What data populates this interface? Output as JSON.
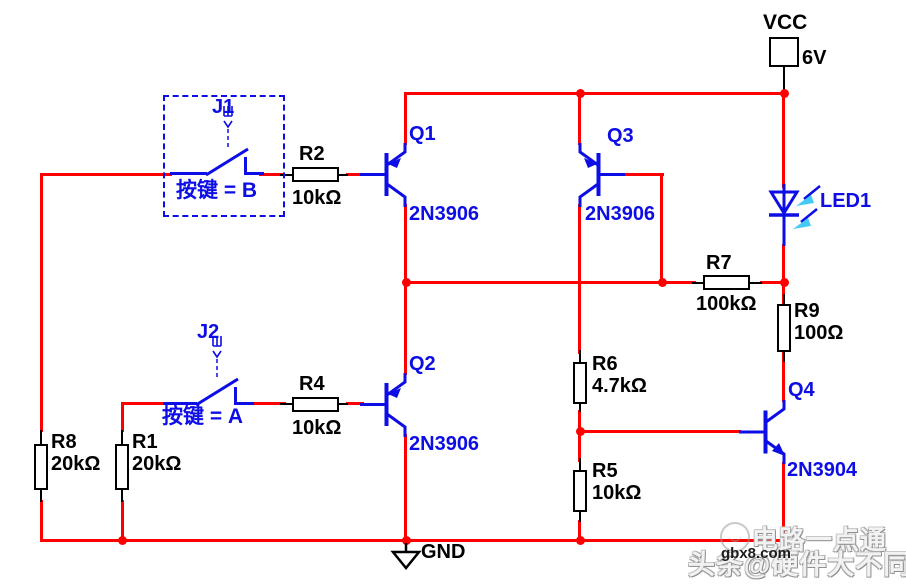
{
  "power": {
    "vcc_label": "VCC",
    "vcc_value": "6V",
    "gnd_label": "GND"
  },
  "components": {
    "Q1": {
      "ref": "Q1",
      "part": "2N3906",
      "type": "PNP"
    },
    "Q2": {
      "ref": "Q2",
      "part": "2N3906",
      "type": "PNP"
    },
    "Q3": {
      "ref": "Q3",
      "part": "2N3906",
      "type": "PNP"
    },
    "Q4": {
      "ref": "Q4",
      "part": "2N3904",
      "type": "NPN"
    },
    "R1": {
      "ref": "R1",
      "value": "20kΩ"
    },
    "R2": {
      "ref": "R2",
      "value": "10kΩ"
    },
    "R4": {
      "ref": "R4",
      "value": "10kΩ"
    },
    "R5": {
      "ref": "R5",
      "value": "10kΩ"
    },
    "R6": {
      "ref": "R6",
      "value": "4.7kΩ"
    },
    "R7": {
      "ref": "R7",
      "value": "100kΩ"
    },
    "R8": {
      "ref": "R8",
      "value": "20kΩ"
    },
    "R9": {
      "ref": "R9",
      "value": "100Ω"
    },
    "J1": {
      "ref": "J1",
      "caption": "按键 = B"
    },
    "J2": {
      "ref": "J2",
      "caption": "按键 = A"
    },
    "LED1": {
      "ref": "LED1"
    }
  },
  "watermarks": {
    "stamp_brand": "电路一点通",
    "byline": "头条@硬件大不同",
    "site": "gbx8.com"
  },
  "colors": {
    "wire_red": "#FF0000",
    "symbol_blue": "#0D0DE6",
    "label_black": "#000000",
    "led_arrow_cyan": "#45C9F5"
  }
}
